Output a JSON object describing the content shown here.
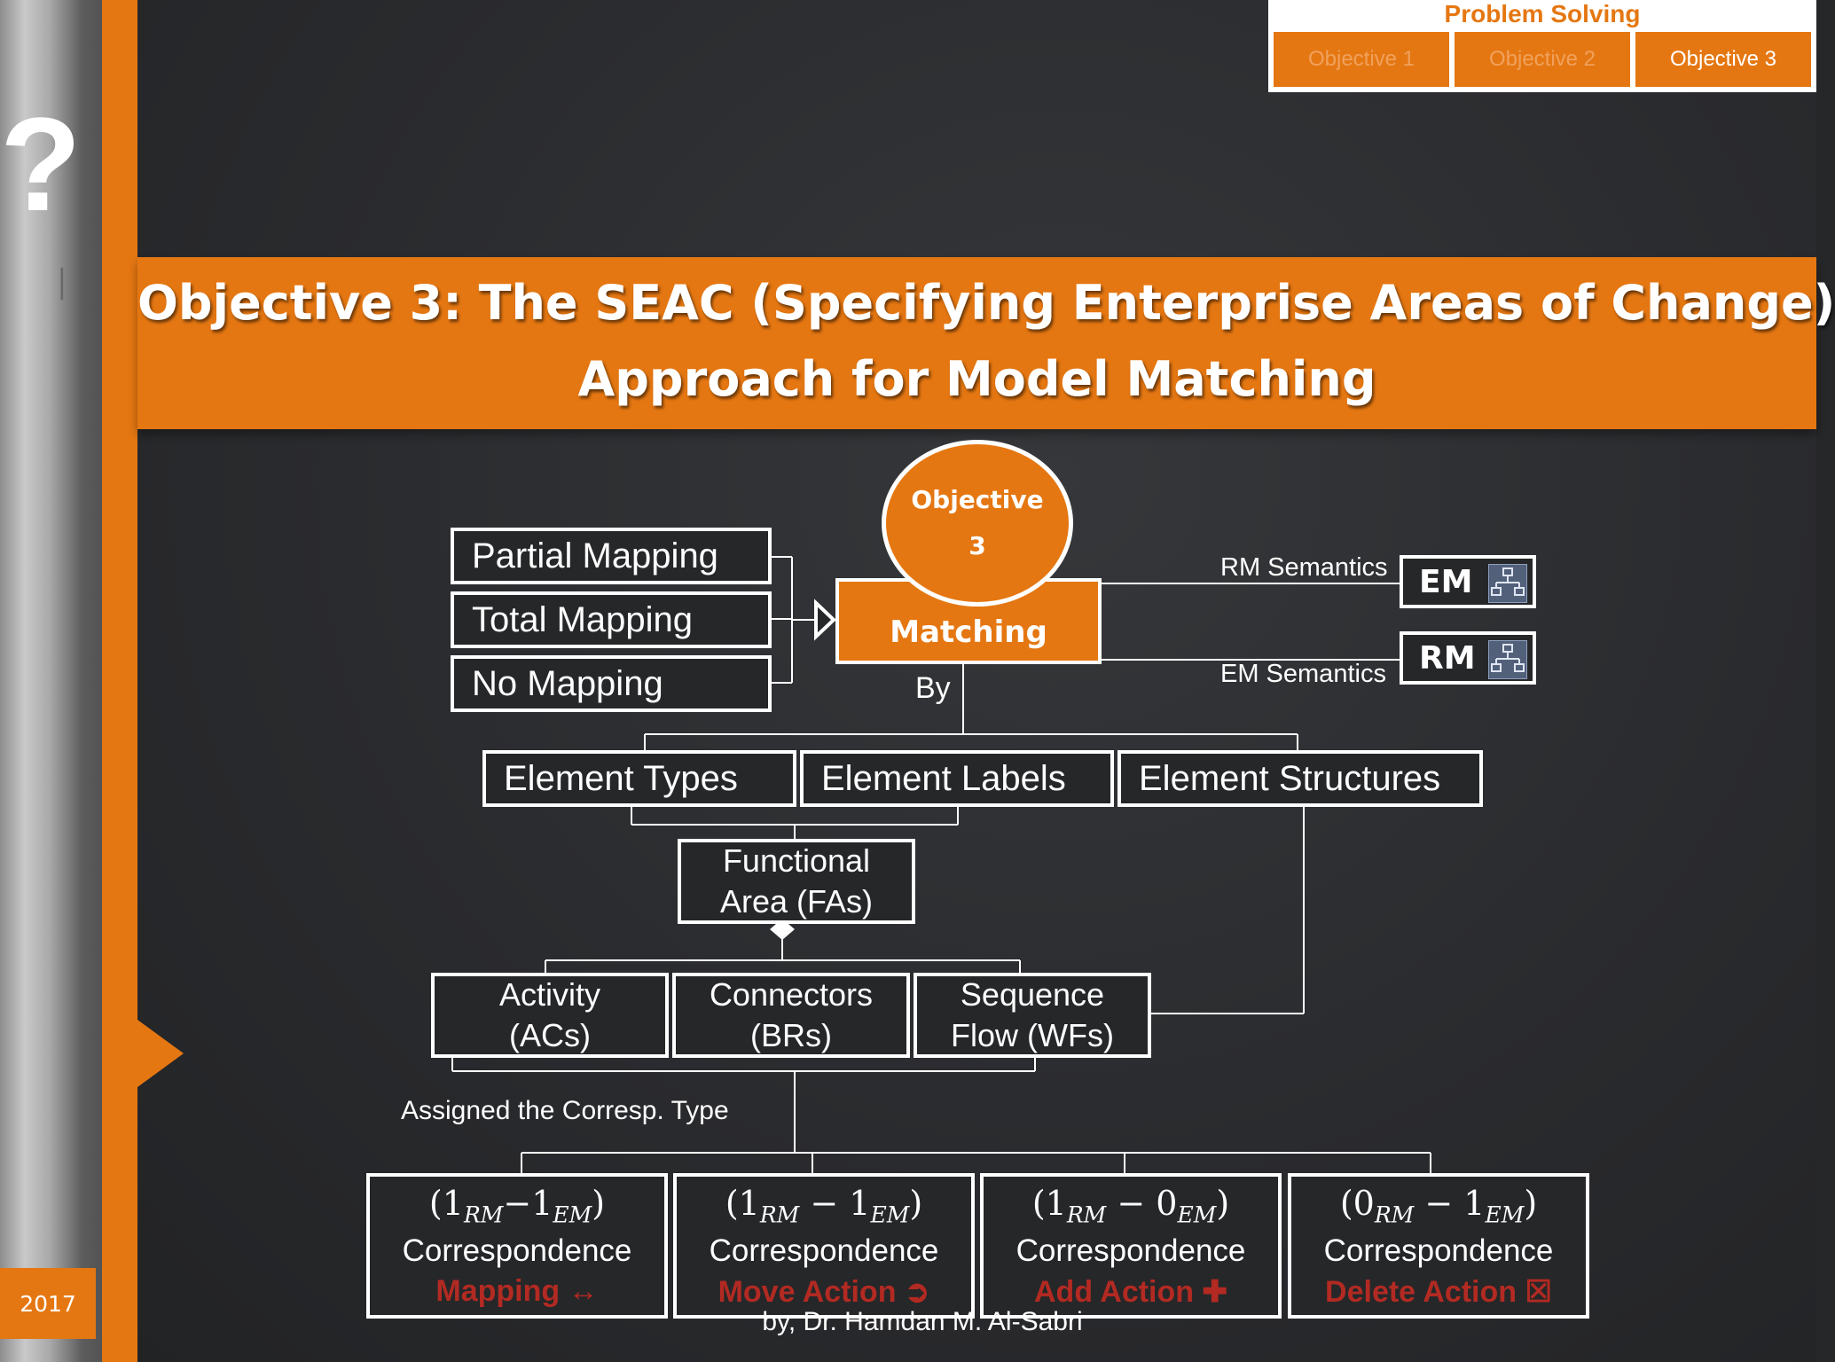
{
  "year": "2017",
  "nav": {
    "title": "Problem Solving",
    "tabs": [
      "Objective 1",
      "Objective 2",
      "Objective 3"
    ],
    "active_tab": 2
  },
  "banner": {
    "line1": "Objective 3: The SEAC (Specifying Enterprise Areas of Change)",
    "line2": "Approach for Model Matching"
  },
  "diagram": {
    "objective_label": "Objective",
    "objective_number": "3",
    "matching": "Matching",
    "by": "By",
    "mapping_types": [
      "Partial Mapping",
      "Total Mapping",
      "No Mapping"
    ],
    "models": [
      {
        "name": "EM",
        "semantics": "RM Semantics"
      },
      {
        "name": "RM",
        "semantics": "EM Semantics"
      }
    ],
    "element_aspects": [
      "Element Types",
      "Element Labels",
      "Element Structures"
    ],
    "functional_area": [
      "Functional",
      "Area (FAs)"
    ],
    "elements": [
      [
        "Activity",
        "(ACs)"
      ],
      [
        "Connectors",
        "(BRs)"
      ],
      [
        "Sequence",
        "Flow (WFs)"
      ]
    ],
    "assigned_label": "Assigned the Corresp. Type",
    "correspondences": [
      {
        "math": [
          "(1",
          "RM",
          "−1",
          "EM",
          ")"
        ],
        "label": "Correspondence",
        "action": "Mapping ↔"
      },
      {
        "math": [
          "(1",
          "RM",
          " − 1",
          "EM",
          ")"
        ],
        "label": "Correspondence",
        "action": "Move Action ➲"
      },
      {
        "math": [
          "(1",
          "RM",
          " − 0",
          "EM",
          ")"
        ],
        "label": "Correspondence",
        "action": "Add Action ✚"
      },
      {
        "math": [
          "(0",
          "RM",
          " − 1",
          "EM",
          ")"
        ],
        "label": "Correspondence",
        "action": "Delete Action ☒"
      }
    ]
  },
  "footer": "by, Dr. Hamdan M. Al-Sabri",
  "colors": {
    "accent": "#e57712",
    "background": "#262729",
    "action": "#b22a22"
  }
}
